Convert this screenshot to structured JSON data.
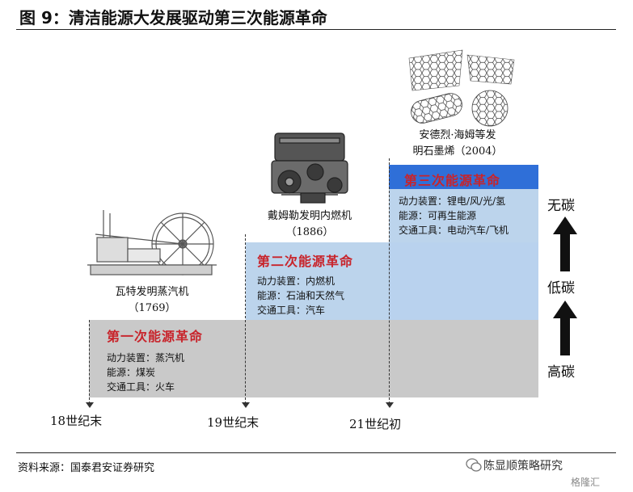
{
  "header": {
    "title": "图 9：清洁能源大发展驱动第三次能源革命"
  },
  "eras": [
    {
      "title": "第一次能源革命",
      "power": "动力装置：蒸汽机",
      "energy": "能源：煤炭",
      "transport": "交通工具：火车",
      "invention": "瓦特发明蒸汽机",
      "year": "（1769）"
    },
    {
      "title": "第二次能源革命",
      "power": "动力装置：内燃机",
      "energy": "能源：石油和天然气",
      "transport": "交通工具：汽车",
      "invention": "戴姆勒发明内燃机",
      "year": "（1886）"
    },
    {
      "title": "第三次能源革命",
      "power": "动力装置：锂电/风/光/氢",
      "energy": "能源：可再生能源",
      "transport": "交通工具：电动汽车/飞机",
      "invention": "安德烈·海姆等发",
      "year": "明石墨烯（2004）"
    }
  ],
  "carbon_levels": [
    "无碳",
    "低碳",
    "高碳"
  ],
  "centuries": [
    "18世纪末",
    "19世纪末",
    "21世纪初"
  ],
  "footer": {
    "source": "资料来源：国泰君安证券研究",
    "brand": "陈显顺策略研究",
    "watermark": "格隆汇"
  },
  "colors": {
    "era1_bg": "#c9c9c9",
    "era2_bg": "#bcd4ec",
    "era3_bg": "#2f6fd8",
    "era_title_red": "#c8242b",
    "arrow": "#111111"
  }
}
